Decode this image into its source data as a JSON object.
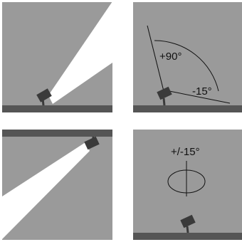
{
  "colors": {
    "panel_background": "#9a9a9a",
    "floor_bar": "#555555",
    "beam": "#ffffff",
    "spotlight": "#3a3a3a",
    "line": "#111111"
  },
  "panels": {
    "top_left": {
      "mount": "floor",
      "beam": "upward-right"
    },
    "top_right": {
      "mount": "floor",
      "label_up": "+90°",
      "label_down": "-15°"
    },
    "bottom_left": {
      "mount": "ceiling",
      "beam": "downward-left"
    },
    "bottom_right": {
      "mount": "floor",
      "label_rotation": "+/-15°",
      "rotation_icon": "rotation-ellipse-icon"
    }
  }
}
